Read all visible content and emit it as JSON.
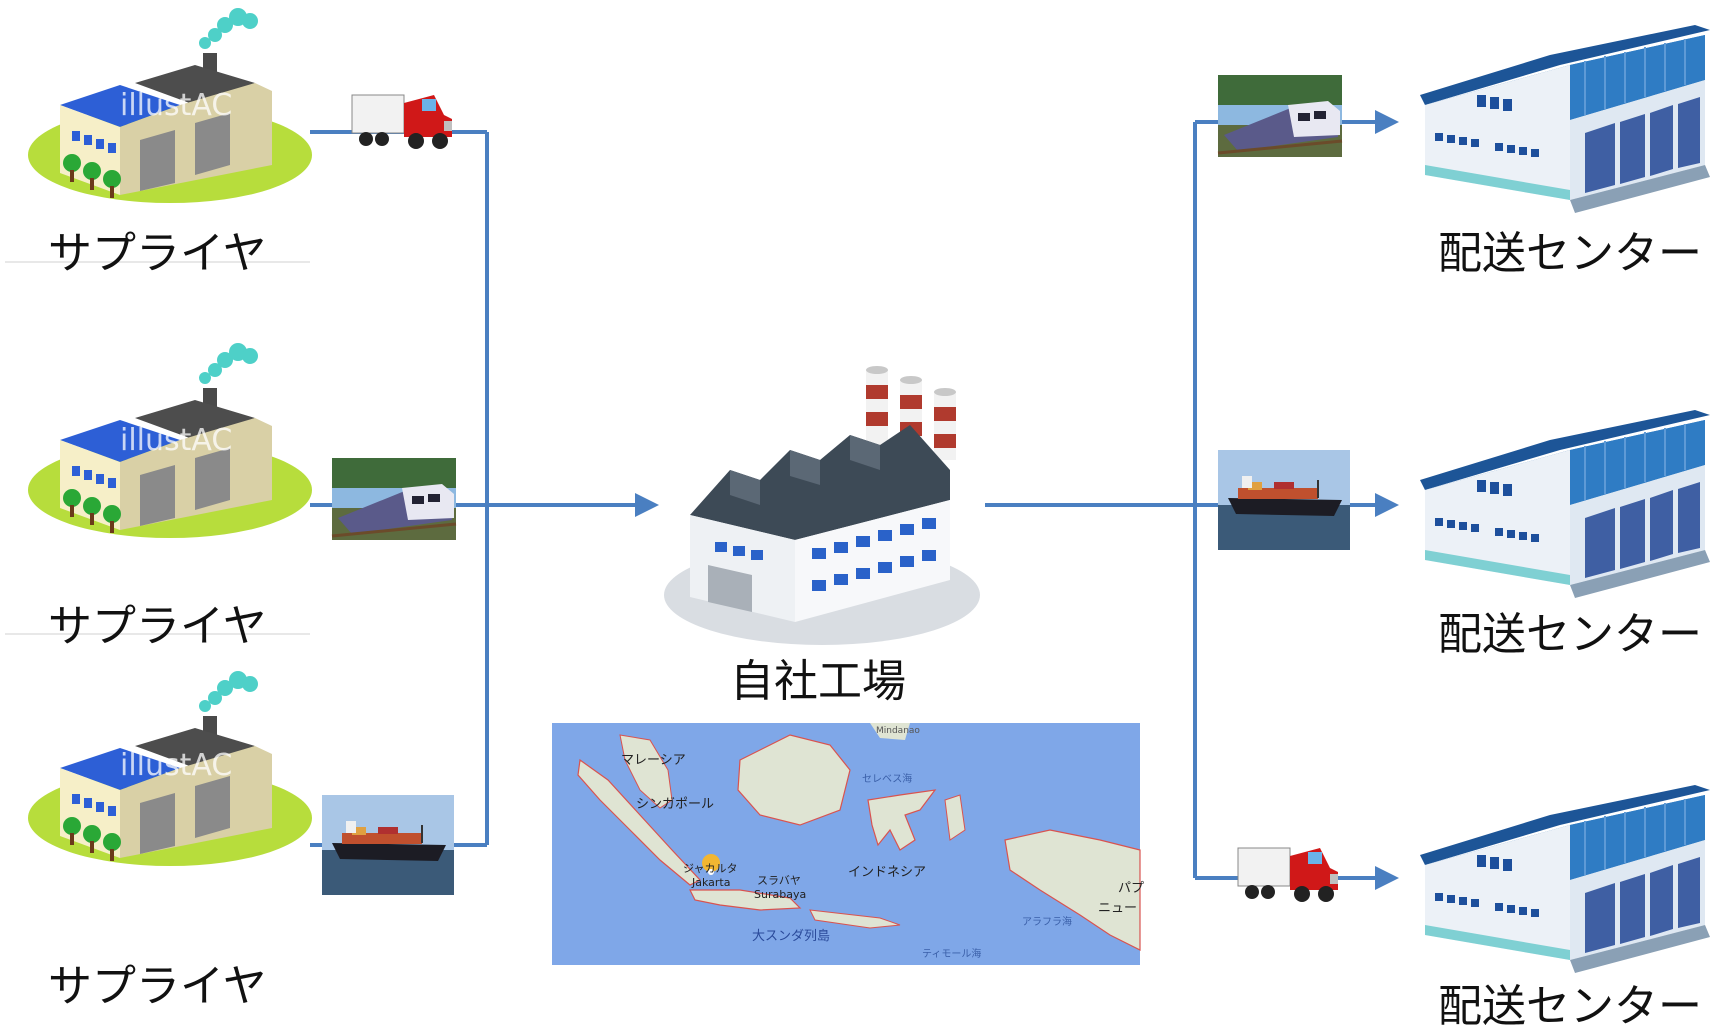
{
  "suppliers": [
    {
      "label": "サプライヤ",
      "watermark": "illustAC",
      "transport": "truck"
    },
    {
      "label": "サプライヤ",
      "watermark": "illustAC",
      "transport": "train"
    },
    {
      "label": "サプライヤ",
      "watermark": "illustAC",
      "transport": "ship"
    }
  ],
  "factory": {
    "label": "自社工場"
  },
  "centers": [
    {
      "label": "配送センター",
      "transport": "train"
    },
    {
      "label": "配送センター",
      "transport": "ship"
    },
    {
      "label": "配送センター",
      "transport": "truck"
    }
  ],
  "map": {
    "labels": {
      "malaysia": "マレーシア",
      "singapore": "シンガポール",
      "mindanao": "Mindanao",
      "celebes_sea": "セレベス海",
      "indonesia": "インドネシア",
      "jakarta_jp": "ジャカルタ",
      "jakarta": "Jakarta",
      "surabaya_jp": "スラバヤ",
      "surabaya": "Surabaya",
      "sunda": "大スンダ列島",
      "arafura": "アラフラ海",
      "timor": "ティモール海",
      "papua": "パプ",
      "new": "ニュー"
    }
  },
  "colors": {
    "connector": "#4a7fc1",
    "sea": "#7fa7e8",
    "land": "#dfe4d3",
    "warehouse_roof": "#2c6fb5",
    "factory_roof": "#2a62c9",
    "lawn": "#b7dd3c"
  }
}
